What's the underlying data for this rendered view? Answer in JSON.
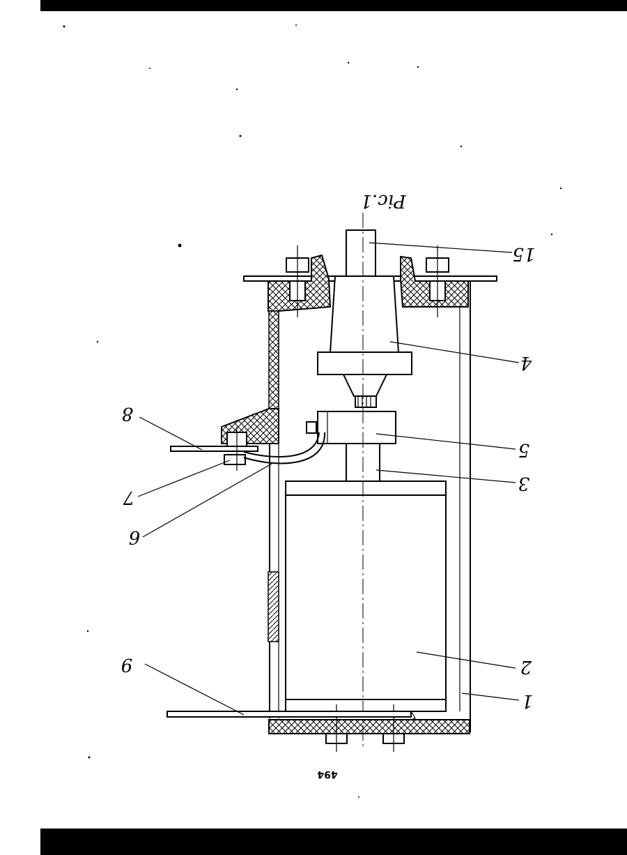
{
  "figure": {
    "title": "Pic.1",
    "page_number": "494",
    "labels": {
      "l15": "15",
      "l4": "4",
      "l5": "5",
      "l3": "3",
      "l2": "2",
      "l1": "1",
      "l8": "8",
      "l7": "7",
      "l6": "6",
      "l9": "9"
    }
  }
}
